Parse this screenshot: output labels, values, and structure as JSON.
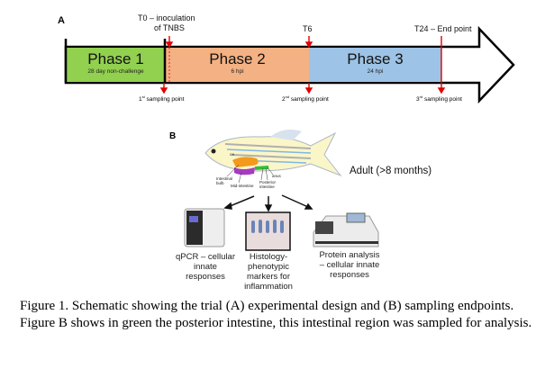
{
  "panel_a": {
    "label": "A",
    "phases": [
      {
        "title": "Phase 1",
        "subtitle": "28 day non-challenge",
        "color": "#92d050"
      },
      {
        "title": "Phase 2",
        "subtitle": "6 hpi",
        "color": "#f4b183"
      },
      {
        "title": "Phase 3",
        "subtitle": "24 hpi",
        "color": "#9dc3e6"
      }
    ],
    "timepoints": [
      "T0 – inoculation",
      "of TNBS",
      "T6",
      "T24 – End point"
    ],
    "sampling_points": [
      {
        "ordinal": "1",
        "sup": "st",
        "text": " sampling point"
      },
      {
        "ordinal": "2",
        "sup": "nd",
        "text": " sampling point"
      },
      {
        "ordinal": "3",
        "sup": "rd",
        "text": " sampling point"
      }
    ],
    "marker_color": "#e00000"
  },
  "panel_b": {
    "label": "B",
    "fish_labels": [
      "oe",
      "Intestinal bulb",
      "Mid-intestine",
      "Posterior intestine",
      "anus"
    ],
    "subject": "Adult (>8 months)",
    "methods": [
      {
        "lines": [
          "qPCR – cellular",
          "innate",
          "responses"
        ],
        "icon": "qpcr-machine-icon"
      },
      {
        "lines": [
          "Histology-phenotypic",
          "markers for",
          "inflammation"
        ],
        "icon": "histology-slide-icon"
      },
      {
        "lines": [
          "Protein analysis",
          "– cellular innate",
          "responses"
        ],
        "icon": "spectrophotometer-icon"
      }
    ]
  },
  "caption": "Figure 1. Schematic showing the trial (A) experimental design and (B) sampling endpoints. Figure B shows in green the posterior intestine, this intestinal region was sampled for analysis."
}
